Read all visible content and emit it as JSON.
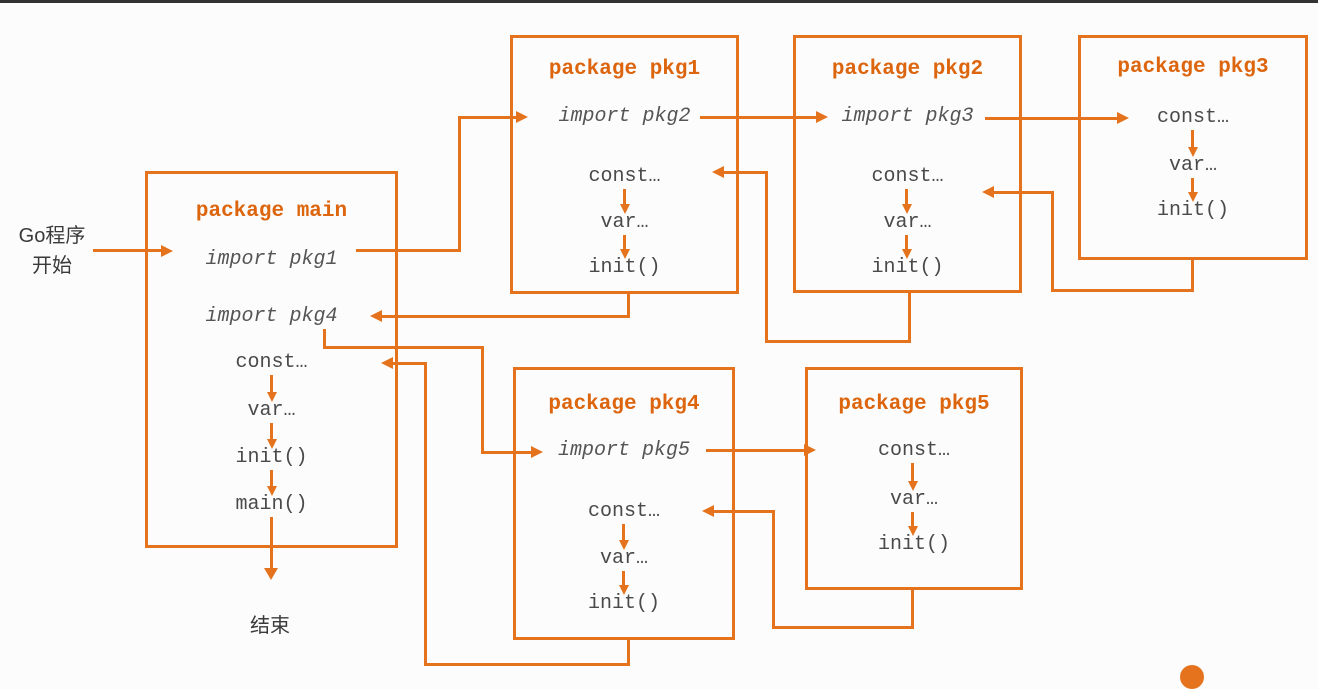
{
  "theme": {
    "accent": "#e5731d",
    "title_color": "#dc650e",
    "code_color": "#4a4a4a",
    "import_color": "#555555",
    "label_color": "#3a3a3a",
    "background": "#fcfcfc",
    "top_line_color": "#333333"
  },
  "labels": {
    "start_line1": "Go程序",
    "start_line2": "开始",
    "end": "结束"
  },
  "boxes": {
    "main": {
      "title": "package main",
      "import1": "import pkg1",
      "import2": "import pkg4",
      "const": "const…",
      "var": "var…",
      "init": "init()",
      "main": "main()"
    },
    "pkg1": {
      "title": "package pkg1",
      "import": "import pkg2",
      "const": "const…",
      "var": "var…",
      "init": "init()"
    },
    "pkg2": {
      "title": "package pkg2",
      "import": "import pkg3",
      "const": "const…",
      "var": "var…",
      "init": "init()"
    },
    "pkg3": {
      "title": "package pkg3",
      "const": "const…",
      "var": "var…",
      "init": "init()"
    },
    "pkg4": {
      "title": "package pkg4",
      "import": "import pkg5",
      "const": "const…",
      "var": "var…",
      "init": "init()"
    },
    "pkg5": {
      "title": "package pkg5",
      "const": "const…",
      "var": "var…",
      "init": "init()"
    }
  }
}
